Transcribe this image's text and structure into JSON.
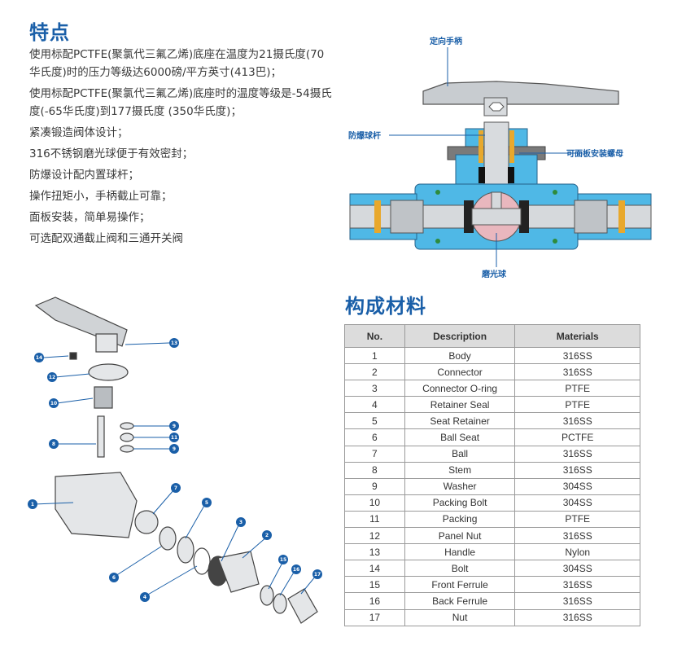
{
  "features": {
    "title": "特点",
    "items": [
      "使用标配PCTFE(聚氯代三氟乙烯)底座在温度为21摄氏度(70华氏度)时的压力等级达6000磅/平方英寸(413巴)；",
      "使用标配PCTFE(聚氯代三氟乙烯)底座时的温度等级是-54摄氏度(-65华氏度)到177摄氏度 (350华氏度)；",
      "紧凑锻造阀体设计；",
      "316不锈钢磨光球便于有效密封；",
      "防爆设计配内置球杆；",
      "操作扭矩小，手柄截止可靠；",
      "面板安装，简单易操作；",
      "可选配双通截止阀和三通开关阀"
    ]
  },
  "diagram": {
    "labels": {
      "handle": "定向手柄",
      "stem": "防爆球杆",
      "panel_nut": "可面板安装螺母",
      "ball": "磨光球"
    }
  },
  "exploded": {
    "numbers": [
      "13",
      "14",
      "12",
      "10",
      "9",
      "11",
      "9",
      "8",
      "1",
      "7",
      "5",
      "6",
      "4",
      "3",
      "2",
      "15",
      "16",
      "17"
    ]
  },
  "materials": {
    "title": "构成材料",
    "headers": [
      "No.",
      "Description",
      "Materials"
    ],
    "rows": [
      [
        "1",
        "Body",
        "316SS"
      ],
      [
        "2",
        "Connector",
        "316SS"
      ],
      [
        "3",
        "Connector O-ring",
        "PTFE"
      ],
      [
        "4",
        "Retainer Seal",
        "PTFE"
      ],
      [
        "5",
        "Seat Retainer",
        "316SS"
      ],
      [
        "6",
        "Ball Seat",
        "PCTFE"
      ],
      [
        "7",
        "Ball",
        "316SS"
      ],
      [
        "8",
        "Stem",
        "316SS"
      ],
      [
        "9",
        "Washer",
        "304SS"
      ],
      [
        "10",
        "Packing Bolt",
        "304SS"
      ],
      [
        "11",
        "Packing",
        "PTFE"
      ],
      [
        "12",
        "Panel Nut",
        "316SS"
      ],
      [
        "13",
        "Handle",
        "Nylon"
      ],
      [
        "14",
        "Bolt",
        "304SS"
      ],
      [
        "15",
        "Front Ferrule",
        "316SS"
      ],
      [
        "16",
        "Back Ferrule",
        "316SS"
      ],
      [
        "17",
        "Nut",
        "316SS"
      ]
    ]
  },
  "colors": {
    "accent": "#1a5fa8",
    "body_blue": "#4fb8e6",
    "metal": "#c8ccd0"
  }
}
